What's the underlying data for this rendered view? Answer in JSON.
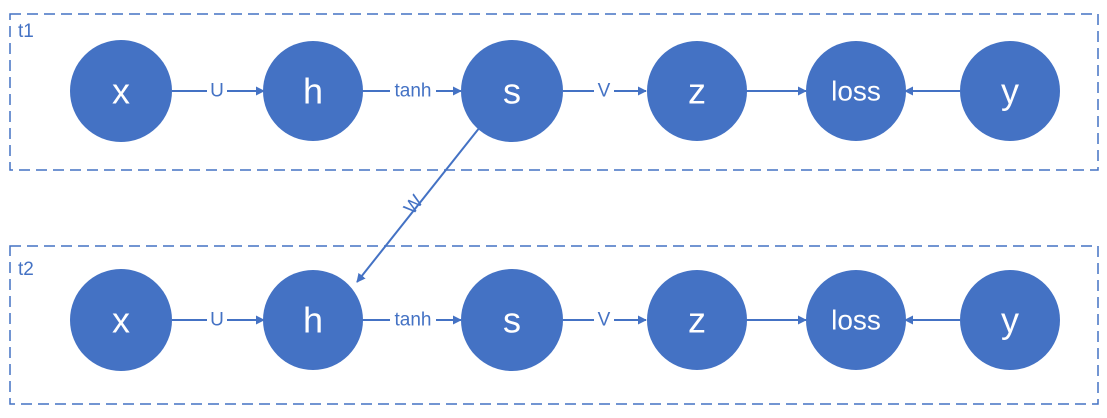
{
  "colors": {
    "node_fill": "#4472C4",
    "line": "#4472C4",
    "node_text": "#FFFFFF"
  },
  "frames": [
    {
      "label": "t1",
      "nodes": [
        "x",
        "h",
        "s",
        "z",
        "loss",
        "y"
      ],
      "edges": [
        "U",
        "tanh",
        "V",
        ""
      ]
    },
    {
      "label": "t2",
      "nodes": [
        "x",
        "h",
        "s",
        "z",
        "loss",
        "y"
      ],
      "edges": [
        "U",
        "tanh",
        "V",
        ""
      ]
    }
  ],
  "recurrent_edge": {
    "label": "W",
    "from": "t1.s",
    "to": "t2.h"
  }
}
